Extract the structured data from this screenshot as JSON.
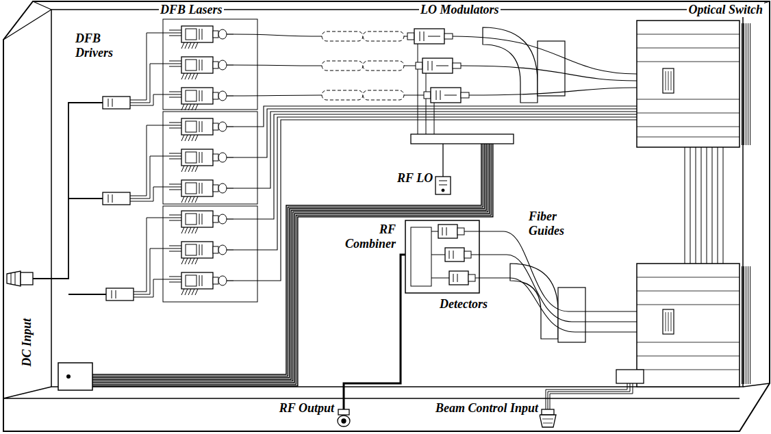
{
  "diagram": {
    "labels": [
      "DFB Lasers",
      "LO Modulators",
      "Optical Switch",
      "DFB Drivers",
      "RF LO",
      "RF Combiner",
      "Fiber Guides",
      "DC Input",
      "Detectors",
      "RF Output",
      "Beam Control Input"
    ]
  }
}
